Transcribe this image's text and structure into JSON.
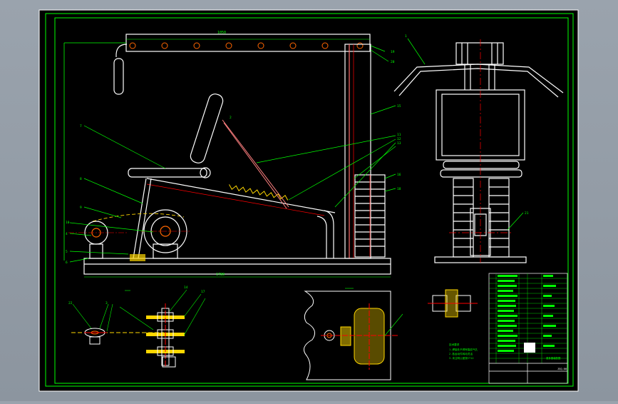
{
  "dimensions": {
    "top_span": "1050",
    "base_length": "1780"
  },
  "balloons": {
    "b1": "1",
    "b2": "2",
    "b3": "3",
    "b4": "4",
    "b5": "5",
    "b6": "6",
    "b7": "7",
    "b8": "8",
    "b9": "9",
    "b10": "10",
    "b11": "11",
    "b12": "12",
    "b13": "13",
    "b14": "14",
    "b15": "15",
    "b16": "16",
    "b17": "17",
    "b18": "18",
    "b19": "19",
    "b20": "20",
    "b21": "21",
    "b22": "22"
  },
  "notes": {
    "heading": "技术要求",
    "line1": "1.焊接处不得有裂纹气孔",
    "line2": "2.各运动件转动灵活",
    "line3": "3.未注明公差按IT12"
  },
  "title_block": {
    "drawing_name": "健身器装配图",
    "code": "JSQ-00"
  },
  "colors": {
    "frame": "#ffffff",
    "border": "#00ff00",
    "background": "#000000",
    "centerline": "#ff0000",
    "leader": "#00ff00",
    "spring": "#ffd700",
    "weights": "#ffffff"
  }
}
